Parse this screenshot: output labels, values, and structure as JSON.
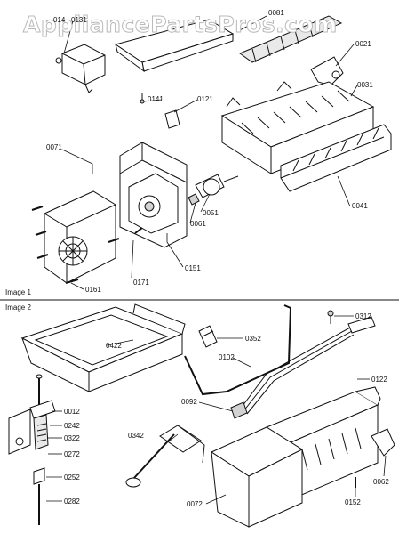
{
  "watermark": "AppliancePartsPros.com",
  "sections": [
    {
      "title": "Image 1"
    },
    {
      "title": "Image 2"
    }
  ],
  "part_labels": {
    "p0131": "0131",
    "p0081": "0081",
    "p0021": "0021",
    "p0031": "0031",
    "p0141": "0141",
    "p0121": "0121",
    "p0071": "0071",
    "p0051": "0051",
    "p0061": "0061",
    "p0041": "0041",
    "p0151": "0151",
    "p0171": "0171",
    "p0161": "0161",
    "p0312": "0312",
    "p0352": "0352",
    "p0422": "0422",
    "p0102": "0102",
    "p0122": "0122",
    "p0092": "0092",
    "p0012": "0012",
    "p0242": "0242",
    "p0322": "0322",
    "p0342": "0342",
    "p0272": "0272",
    "p0252": "0252",
    "p0282": "0282",
    "p0072": "0072",
    "p0152": "0152",
    "p0062": "0062"
  }
}
